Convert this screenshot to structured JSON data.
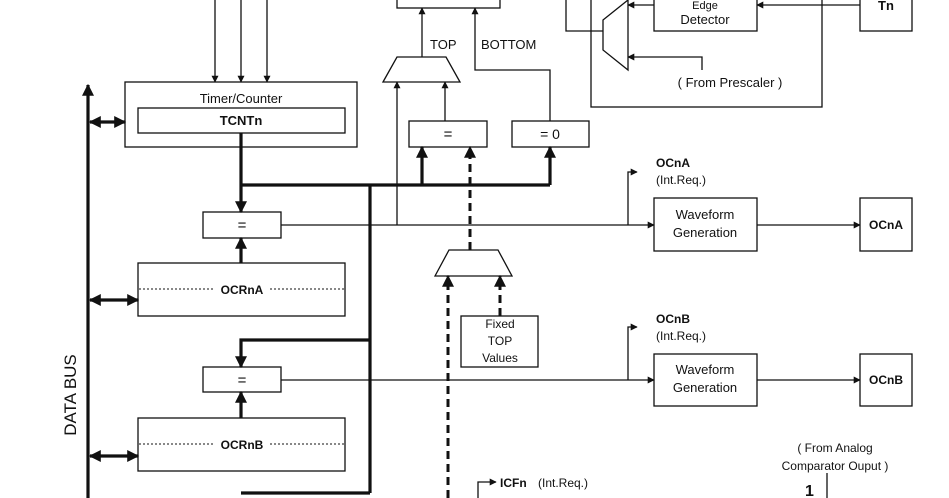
{
  "labels": {
    "edge_detector_top": "Edge",
    "edge_detector": "Detector",
    "tn": "Tn",
    "from_prescaler": "( From Prescaler )",
    "top": "TOP",
    "bottom": "BOTTOM",
    "timer_counter": "Timer/Counter",
    "tcntn": "TCNTn",
    "eq": "=",
    "eq0": "= 0",
    "ocna_int": "OCnA",
    "ocnb_int": "OCnB",
    "int_req": "(Int.Req.)",
    "waveform": "Waveform",
    "generation": "Generation",
    "ocna": "OCnA",
    "ocnb": "OCnB",
    "ocrna": "OCRnA",
    "ocrnb": "OCRnB",
    "fixed": "Fixed",
    "fixed_top": "TOP",
    "fixed_values": "Values",
    "data_bus": "DATA BUS",
    "icfn": "ICFn",
    "from_analog_1": "( From Analog",
    "from_analog_2": "Comparator Ouput )",
    "one": "1"
  }
}
